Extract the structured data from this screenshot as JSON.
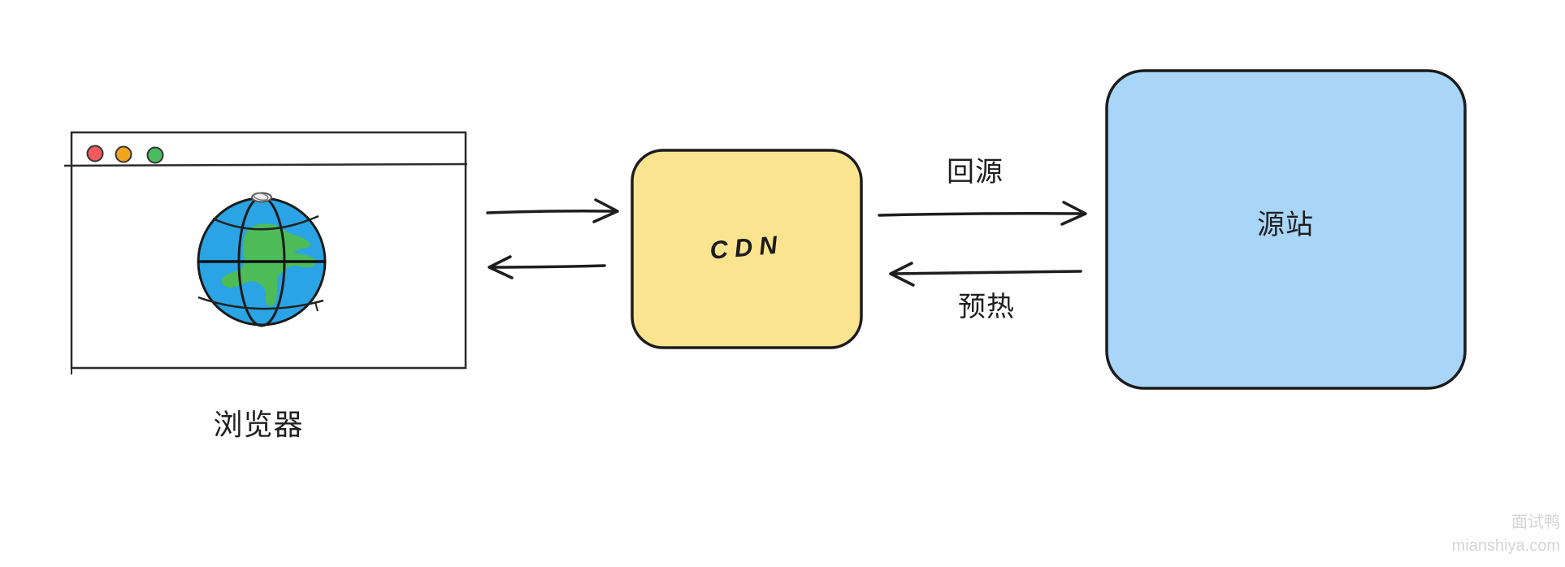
{
  "colors": {
    "cdn_fill": "#FAE48F",
    "origin_fill": "#A9D6F8",
    "globe_blue": "#2AA4E4",
    "continent_green": "#4EBB59",
    "traffic_red": "#F15B5D",
    "traffic_yellow": "#F3A41E",
    "traffic_green": "#4ABB5F"
  },
  "browser": {
    "label": "浏览器"
  },
  "cdn": {
    "label": "CDN"
  },
  "origin": {
    "label": "源站"
  },
  "arrows": {
    "back_to_origin_label": "回源",
    "preheat_label": "预热"
  },
  "watermark": {
    "line1": "面试鸭",
    "line2": "mianshiya.com"
  }
}
